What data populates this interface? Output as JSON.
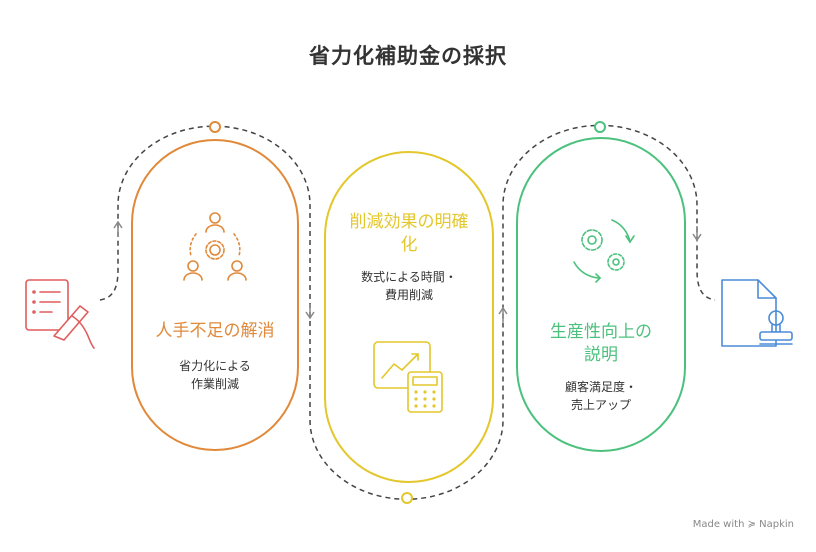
{
  "title": "省力化補助金の採択",
  "colors": {
    "orange": "#E0893A",
    "yellow": "#E3C72C",
    "green": "#4CC17D",
    "red": "#E05C5C",
    "blue": "#4A8BD8",
    "dash": "#444444"
  },
  "stages": [
    {
      "title": "人手不足の解消",
      "desc_line1": "省力化による",
      "desc_line2": "作業削減",
      "icon": "people-gear-icon"
    },
    {
      "title_line1": "削減効果の明確",
      "title_line2": "化",
      "desc_line1": "数式による時間・",
      "desc_line2": "費用削減",
      "icon": "chart-calculator-icon"
    },
    {
      "title_line1": "生産性向上の",
      "title_line2": "説明",
      "desc_line1": "顧客満足度・",
      "desc_line2": "売上アップ",
      "icon": "gears-cycle-icon"
    }
  ],
  "footer": "Made with ≽ Napkin"
}
